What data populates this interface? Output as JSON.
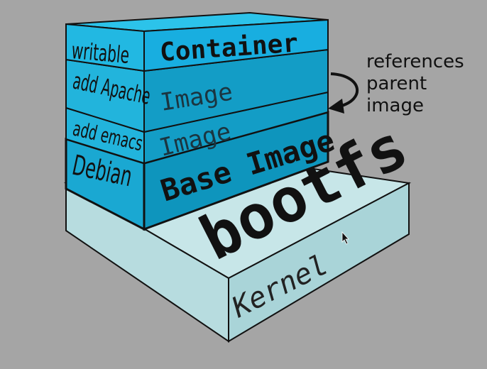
{
  "diagram": {
    "kernel_label": "Kernel",
    "bootfs_label": "bootfs",
    "layers": [
      {
        "side_label": "writable",
        "front_label": "Container"
      },
      {
        "side_label": "add Apache",
        "front_label": "Image"
      },
      {
        "side_label": "add emacs",
        "front_label": "Image"
      },
      {
        "side_label": "Debian",
        "front_label": "Base Image"
      }
    ],
    "annotation": {
      "line1": "references",
      "line2": "parent",
      "line3": "image"
    }
  }
}
